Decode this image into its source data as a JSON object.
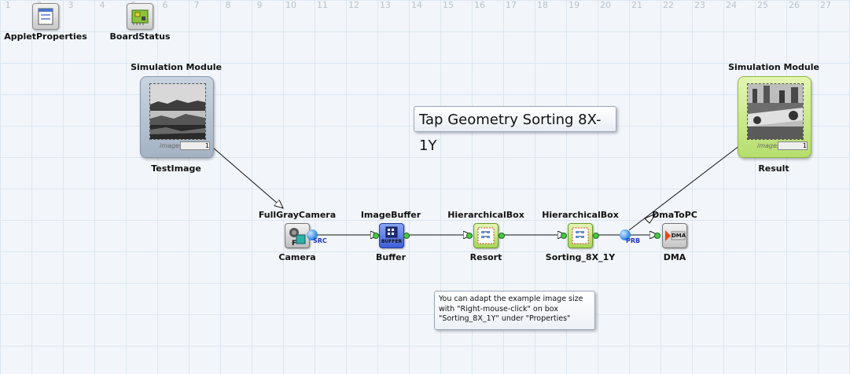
{
  "grid_columns": [
    "1",
    "2",
    "3",
    "4",
    "5",
    "6",
    "7",
    "8",
    "9",
    "10",
    "11",
    "12",
    "13",
    "14",
    "15",
    "16",
    "17",
    "18",
    "19",
    "20",
    "21",
    "22",
    "23",
    "24",
    "25",
    "26",
    "27"
  ],
  "applets": [
    {
      "name": "AppletProperties"
    },
    {
      "name": "BoardStatus"
    }
  ],
  "sim_modules": {
    "input": {
      "header": "Simulation Module",
      "name": "TestImage",
      "counter_label": "images #",
      "counter": "1"
    },
    "output": {
      "header": "Simulation Module",
      "name": "Result",
      "counter_label": "images #",
      "counter": "1"
    }
  },
  "operators": {
    "camera": {
      "type": "FullGrayCamera",
      "name": "Camera",
      "port": "SRC"
    },
    "buffer": {
      "type": "ImageBuffer",
      "name": "Buffer",
      "icon_text": "BUFFER"
    },
    "resort": {
      "type": "HierarchicalBox",
      "name": "Resort"
    },
    "sorting": {
      "type": "HierarchicalBox",
      "name": "Sorting_8X_1Y"
    },
    "dma": {
      "type": "DmaToPC",
      "name": "DMA",
      "icon_text": "DMA",
      "port": "PRB"
    }
  },
  "title": "Tap Geometry Sorting 8X-1Y",
  "note": {
    "lines": [
      "You can adapt the example image size",
      "with \"Right-mouse-click\" on box",
      "\"Sorting_8X_1Y\" under \"Properties\""
    ]
  },
  "colors": {
    "canvas": "#f2f6fb",
    "grid": "#dce6f0",
    "sim_gray": "#a4b3c4",
    "sim_green": "#b6de6e",
    "port_green": "#49c649",
    "link_blue": "#3a8ee8"
  },
  "icons": {
    "applet_properties": "properties-window-icon",
    "board_status": "board-status-icon",
    "camera": "camera-operator-icon",
    "buffer": "buffer-operator-icon",
    "hierarchical": "hierarchical-box-icon",
    "dma": "dma-operator-icon"
  }
}
